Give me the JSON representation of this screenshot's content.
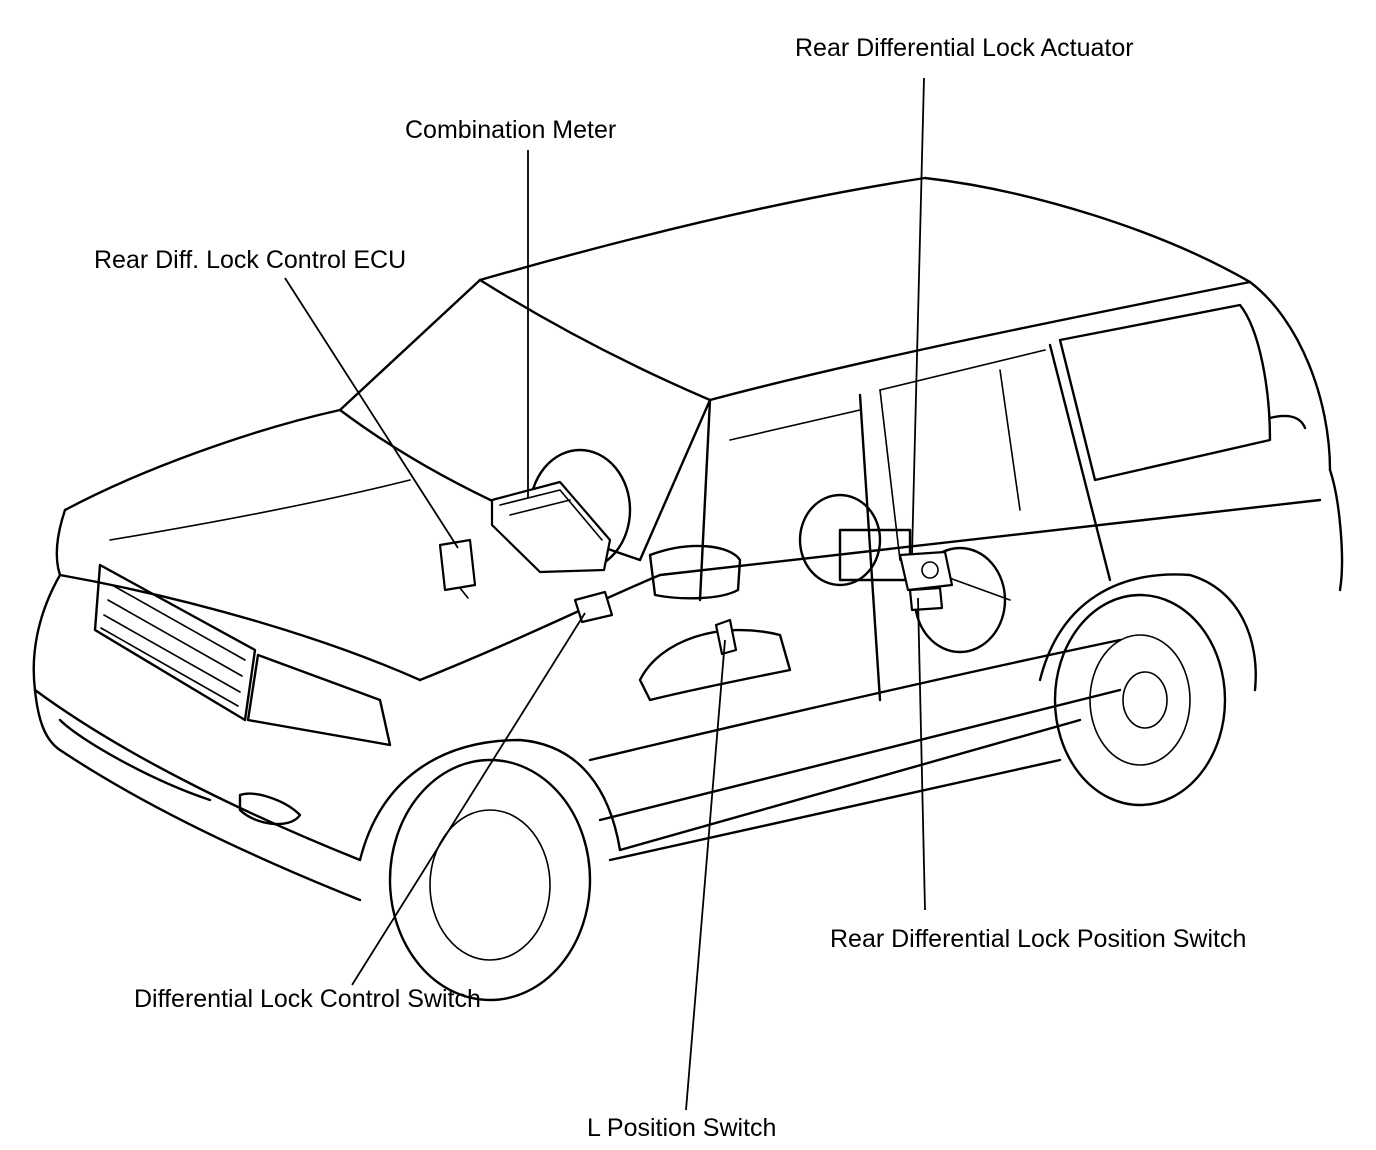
{
  "labels": {
    "rear_diff_lock_actuator": "Rear Differential Lock Actuator",
    "combination_meter": "Combination Meter",
    "rear_diff_lock_control_ecu": "Rear Diff. Lock Control ECU",
    "rear_diff_lock_position_switch": "Rear Differential Lock Position Switch",
    "diff_lock_control_switch": "Differential Lock Control Switch",
    "l_position_switch": "L Position Switch"
  },
  "colors": {
    "ink": "#000000",
    "paper": "#ffffff"
  }
}
